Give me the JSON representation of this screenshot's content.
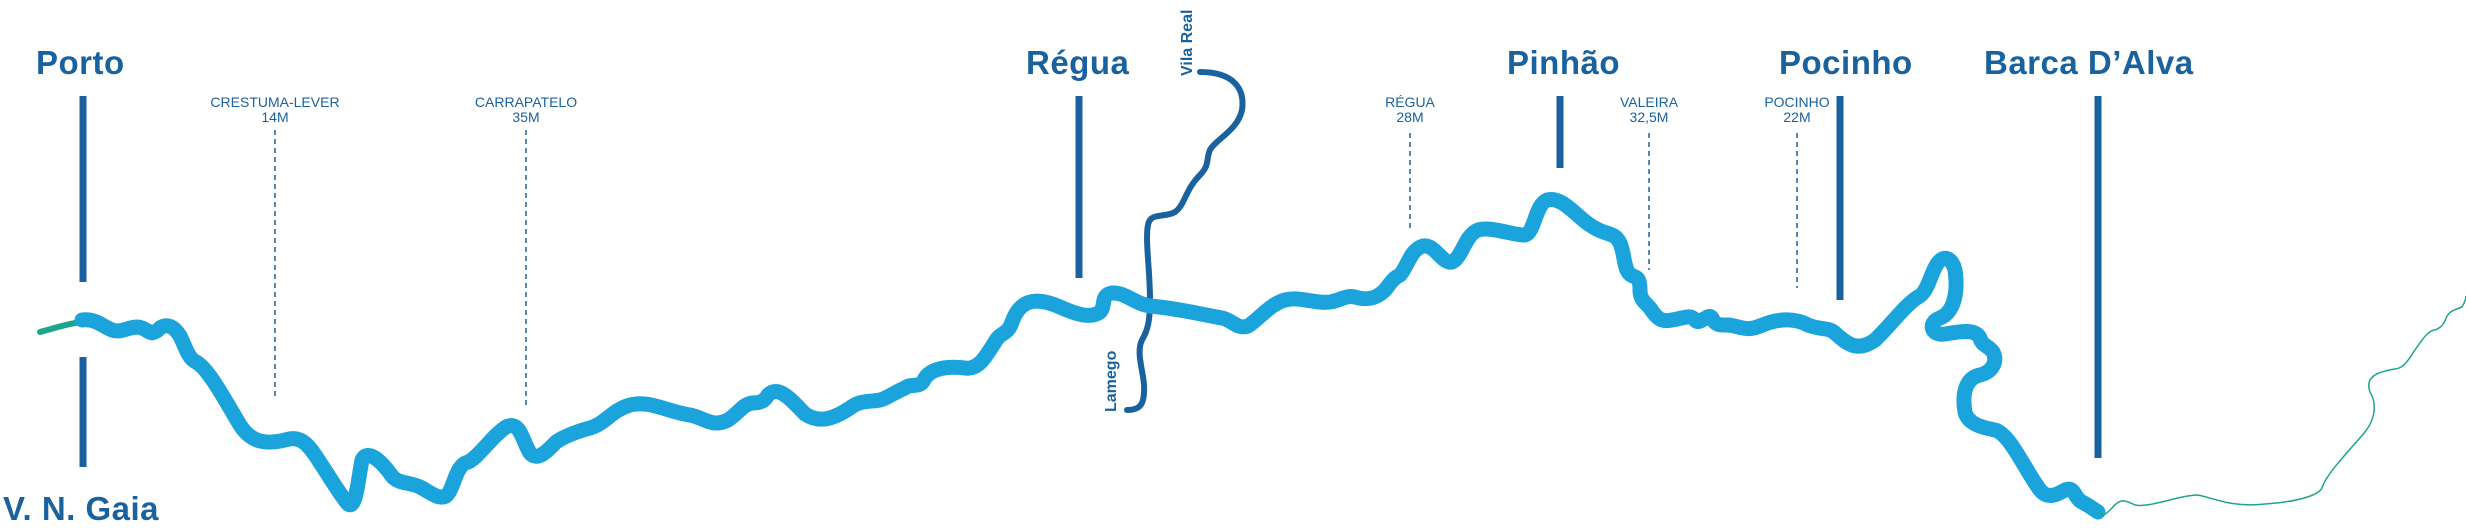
{
  "map": {
    "colors": {
      "river": "#1ba3dc",
      "river_border_segment": "#1fa48e",
      "tributary": "#1a629e",
      "label": "#1a629e"
    },
    "cities": [
      {
        "id": "porto",
        "label": "Porto"
      },
      {
        "id": "vn-gaia",
        "label": "V. N. Gaia"
      },
      {
        "id": "regua",
        "label": "Régua"
      },
      {
        "id": "pinhao",
        "label": "Pinhão"
      },
      {
        "id": "pocinho",
        "label": "Pocinho"
      },
      {
        "id": "barca-dalva",
        "label": "Barca D’Alva"
      }
    ],
    "dams": [
      {
        "id": "crestuma-lever",
        "name": "CRESTUMA-LEVER",
        "height": "14M"
      },
      {
        "id": "carrapatelo",
        "name": "CARRAPATELO",
        "height": "35M"
      },
      {
        "id": "regua-dam",
        "name": "RÉGUA",
        "height": "28M"
      },
      {
        "id": "valeira",
        "name": "VALEIRA",
        "height": "32,5M"
      },
      {
        "id": "pocinho-dam",
        "name": "POCINHO",
        "height": "22M"
      }
    ],
    "tributaries": [
      {
        "id": "vila-real",
        "label": "Vila Real"
      },
      {
        "id": "lamego",
        "label": "Lamego"
      }
    ]
  }
}
